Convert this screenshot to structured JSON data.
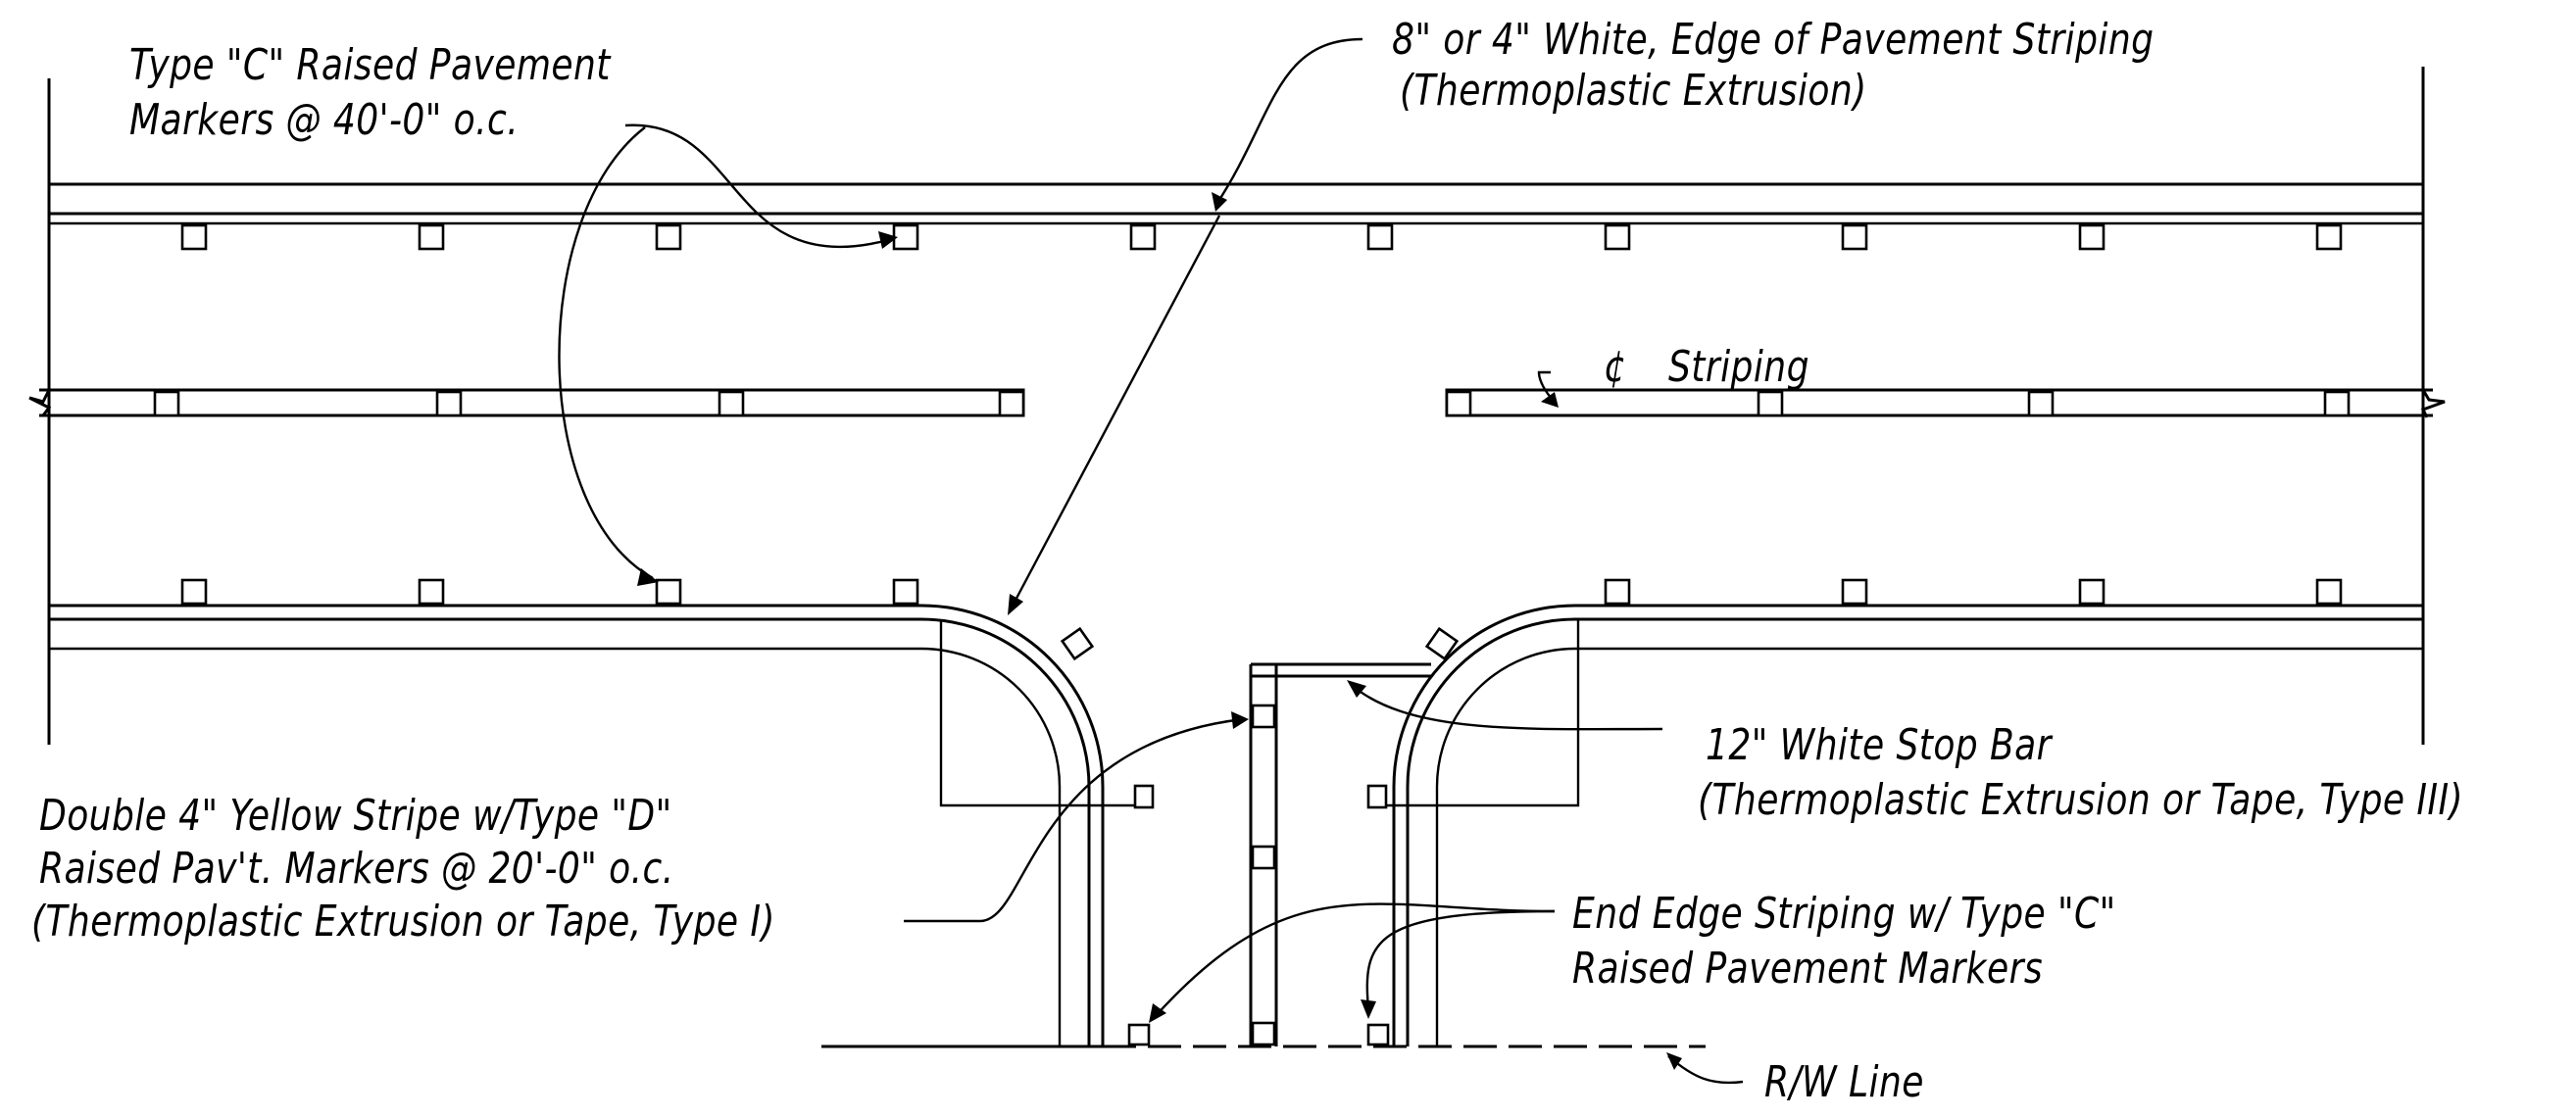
{
  "labels": {
    "raised_markers_line1": "Type \"C\" Raised Pavement",
    "raised_markers_line2": "Markers @ 40'-0\" o.c.",
    "edge_striping_line1": "8\" or 4\" White, Edge of Pavement Striping",
    "edge_striping_line2": "(Thermoplastic Extrusion)",
    "centerline_symbol": "¢",
    "centerline_text": "Striping",
    "stop_bar_line1": "12\" White Stop Bar",
    "stop_bar_line2": "(Thermoplastic Extrusion or Tape, Type III)",
    "yellow_stripe_line1": "Double 4\" Yellow Stripe w/Type \"D\"",
    "yellow_stripe_line2": "Raised Pav't. Markers @ 20'-0\" o.c.",
    "yellow_stripe_line3": "(Thermoplastic Extrusion or Tape, Type I)",
    "end_edge_line1": "End Edge Striping w/ Type \"C\"",
    "end_edge_line2": "Raised Pavement Markers",
    "rw_line": "R/W Line"
  }
}
